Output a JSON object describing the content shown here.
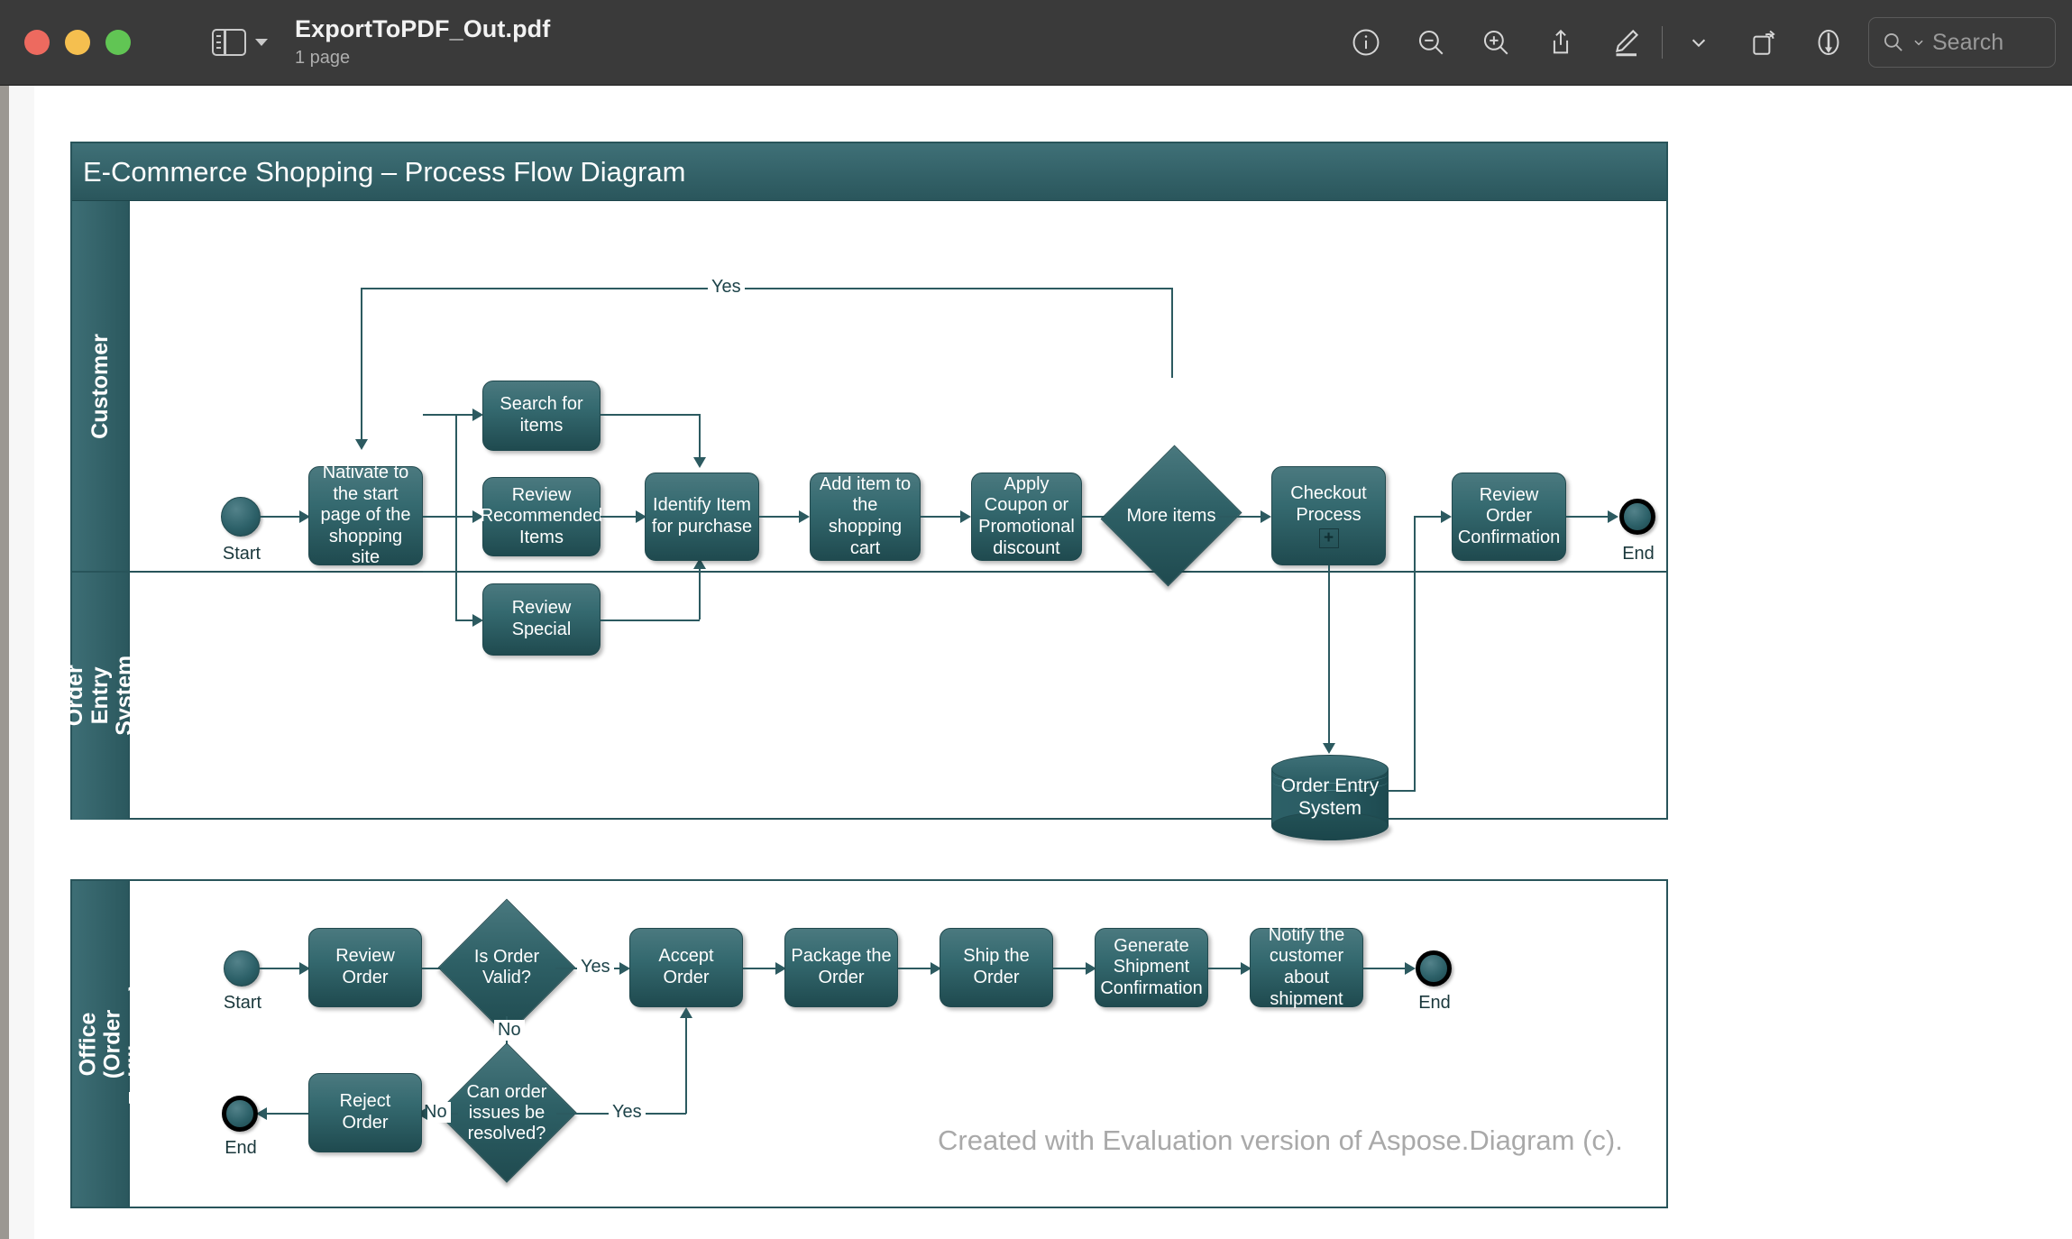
{
  "window": {
    "title": "ExportToPDF_Out.pdf",
    "subtitle": "1 page",
    "traffic_lights": [
      "close",
      "minimize",
      "zoom"
    ],
    "colors": {
      "titlebar_bg": "#3a3a3a",
      "accent_teal": "#2a565c",
      "node_dark": "#1f4a4f"
    }
  },
  "toolbar": {
    "items": [
      {
        "name": "info-icon",
        "label": "Info"
      },
      {
        "name": "zoom-out-icon",
        "label": "Zoom Out"
      },
      {
        "name": "zoom-in-icon",
        "label": "Zoom In"
      },
      {
        "name": "share-icon",
        "label": "Share"
      },
      {
        "name": "markup-pen-icon",
        "label": "Markup"
      },
      {
        "name": "chevron-down-icon",
        "label": "More"
      },
      {
        "name": "rotate-icon",
        "label": "Rotate"
      },
      {
        "name": "annotate-icon",
        "label": "Annotate"
      }
    ],
    "sidebar_toggle_label": "View"
  },
  "search": {
    "placeholder": "Search"
  },
  "diagram": {
    "title": "E-Commerce Shopping – Process Flow Diagram",
    "watermark": "Created with Evaluation version of Aspose.Diagram (c).",
    "lanes": [
      {
        "label": "Customer"
      },
      {
        "label": "Order Entry System"
      },
      {
        "label": "Back Office (Order Fulfillment)"
      }
    ],
    "customer_lane": {
      "start_caption": "Start",
      "end_caption": "End",
      "nodes": [
        {
          "id": "navigate",
          "label": "Nativate to the start page of the shopping site"
        },
        {
          "id": "search-items",
          "label": "Search for items"
        },
        {
          "id": "review-recommended",
          "label": "Review Recommended Items"
        },
        {
          "id": "review-special",
          "label": "Review Special"
        },
        {
          "id": "identify-item",
          "label": "Identify Item for purchase"
        },
        {
          "id": "add-to-cart",
          "label": "Add item to the shopping cart"
        },
        {
          "id": "apply-coupon",
          "label": "Apply Coupon or Promotional discount"
        },
        {
          "id": "more-items",
          "label": "More items",
          "shape": "decision"
        },
        {
          "id": "checkout",
          "label": "Checkout Process",
          "marker": "+"
        },
        {
          "id": "review-confirmation",
          "label": "Review Order Confirmation"
        }
      ],
      "edge_labels": [
        "Yes"
      ]
    },
    "order_entry_lane": {
      "nodes": [
        {
          "id": "order-entry-db",
          "label": "Order Entry System",
          "shape": "database"
        }
      ]
    },
    "back_office_lane": {
      "start_caption": "Start",
      "end_caption": "End",
      "end_caption_2": "End",
      "nodes": [
        {
          "id": "review-order",
          "label": "Review Order"
        },
        {
          "id": "is-order-valid",
          "label": "Is Order Valid?",
          "shape": "decision"
        },
        {
          "id": "accept-order",
          "label": "Accept Order"
        },
        {
          "id": "package-order",
          "label": "Package the Order"
        },
        {
          "id": "ship-order",
          "label": "Ship the Order"
        },
        {
          "id": "generate-shipment",
          "label": "Generate Shipment Confirmation"
        },
        {
          "id": "notify-customer",
          "label": "Notify the customer about shipment"
        },
        {
          "id": "can-resolve",
          "label": "Can order issues be resolved?",
          "shape": "decision"
        },
        {
          "id": "reject-order",
          "label": "Reject Order"
        }
      ],
      "edge_labels": {
        "valid_yes": "Yes",
        "valid_no": "No",
        "resolve_no": "No",
        "resolve_yes": "Yes"
      }
    }
  }
}
